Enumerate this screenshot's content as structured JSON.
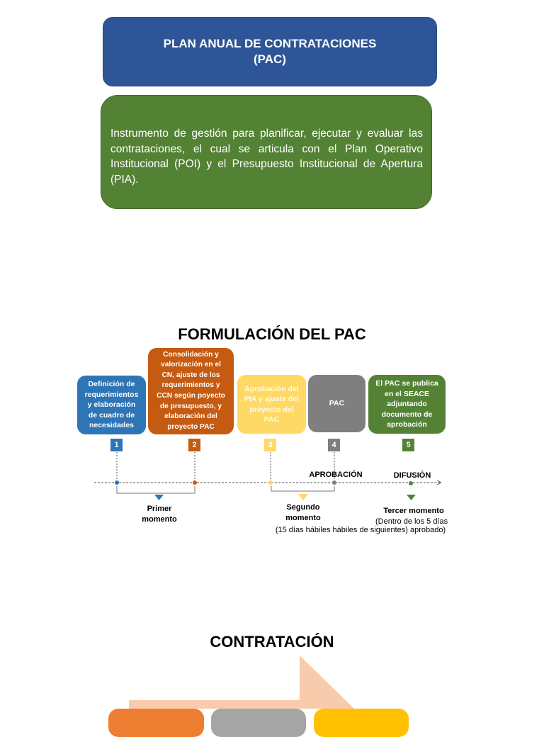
{
  "pac": {
    "title_line1": "PLAN ANUAL DE CONTRATACIONES",
    "title_line2": "(PAC)",
    "description": "Instrumento de gestión para planificar, ejecutar y evaluar las contrataciones, el cual se articula con el Plan Operativo Institucional (POI) y el Presupuesto Institucional de Apertura (PIA)."
  },
  "formulacion": {
    "title": "FORMULACIÓN DEL PAC",
    "steps": [
      {
        "number": "1",
        "text": "Definición de requerimientos y elaboración de cuadro de necesidades",
        "color": "#2E75B6"
      },
      {
        "number": "2",
        "text": "Consolidación y valorización en el CN, ajuste de los requerimientos y CCN según poyecto de presupuesto, y elaboración del proyecto PAC",
        "color": "#C55A11"
      },
      {
        "number": "3",
        "text": "Aprobación del PIA y ajuste del proyecto del PAC",
        "color": "#FFD966"
      },
      {
        "number": "4",
        "text": "PAC",
        "color": "#7F7F7F"
      },
      {
        "number": "5",
        "text": "El PAC se publica en el SEACE adjuntando documento de aprobación",
        "color": "#548235"
      }
    ],
    "aprobacion_label": "APROBACIÓN",
    "difusion_label": "DIFUSIÓN",
    "primer_line1": "Primer",
    "primer_line2": "momento",
    "segundo_line1": "Segundo",
    "segundo_line2": "momento",
    "segundo_note": "(15 días hábiles hábiles de siguientes) aprobado)",
    "tercer_label": "Tercer momento",
    "tercer_note": "(Dentro de los 5 días"
  },
  "contratacion": {
    "title": "CONTRATACIÓN",
    "box_colors": [
      "#ED7D31",
      "#A5A5A5",
      "#FFC000"
    ],
    "arrow_color": "#F8CBAD"
  }
}
